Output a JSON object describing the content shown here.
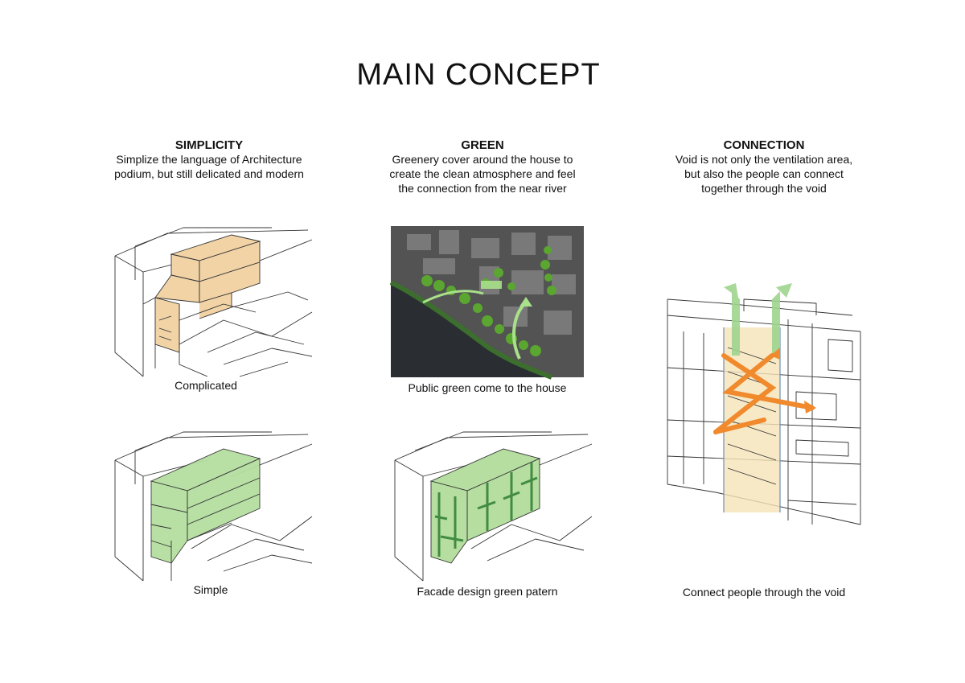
{
  "title": "MAIN CONCEPT",
  "columns": [
    {
      "heading": "SIMPLICITY",
      "description": [
        "Simplize the language of Architecture",
        "podium, but still delicated and modern"
      ]
    },
    {
      "heading": "GREEN",
      "description": [
        "Greenery cover around the house to",
        "create the clean atmosphere and feel",
        "the connection from the near river"
      ]
    },
    {
      "heading": "CONNECTION",
      "description": [
        "Void is not only the ventilation area,",
        "but also the people can connect",
        "together through the void"
      ]
    }
  ],
  "captions": {
    "complicated": "Complicated",
    "simple": "Simple",
    "public_green": "Public green come to the house",
    "facade": "Facade design green patern",
    "connect": "Connect people through the void"
  },
  "colors": {
    "tan": "#f1d3a6",
    "green": "#b5dea0",
    "dark_green": "#2e7d32",
    "orange": "#f08a2c",
    "arrow_green": "#9fd58f"
  }
}
